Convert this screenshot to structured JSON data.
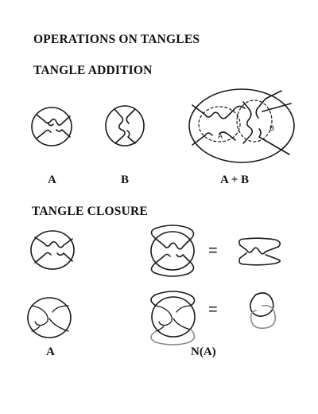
{
  "title": "OPERATIONS ON TANGLES",
  "sections": {
    "addition": {
      "heading": "TANGLE ADDITION",
      "labels": [
        "A",
        "B",
        "A + B"
      ],
      "inner_labels": [
        "A",
        "B"
      ]
    },
    "closure": {
      "heading": "TANGLE CLOSURE",
      "equals": [
        "=",
        "="
      ],
      "labels": [
        "A",
        "N(A)"
      ]
    }
  }
}
